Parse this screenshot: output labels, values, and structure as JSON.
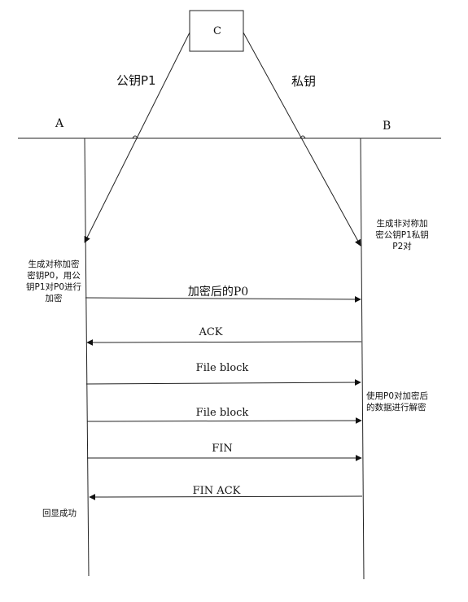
{
  "server": {
    "label": "C"
  },
  "client": {
    "label": "A"
  },
  "peer": {
    "label": "B"
  },
  "key_labels": {
    "public_key": "公钥P1",
    "private_key": "私钥"
  },
  "notes": {
    "peer_generate": [
      "生成非对称加",
      "密公钥P1私钥",
      "P2对"
    ],
    "client_generate": [
      "生成对称加密",
      "密钥P0，用公",
      "钥P1对P0进行",
      "加密"
    ],
    "peer_decrypt": [
      "使用P0对加密后",
      "的数据进行解密"
    ],
    "client_done": [
      "回显成功"
    ]
  },
  "messages": [
    {
      "label": "加密后的P0",
      "direction": "A→B"
    },
    {
      "label": "ACK",
      "direction": "B→A"
    },
    {
      "label": "File block",
      "direction": "A→B"
    },
    {
      "label": "File block",
      "direction": "A→B"
    },
    {
      "label": "FIN",
      "direction": "A→B"
    },
    {
      "label": "FIN ACK",
      "direction": "B→A"
    }
  ]
}
